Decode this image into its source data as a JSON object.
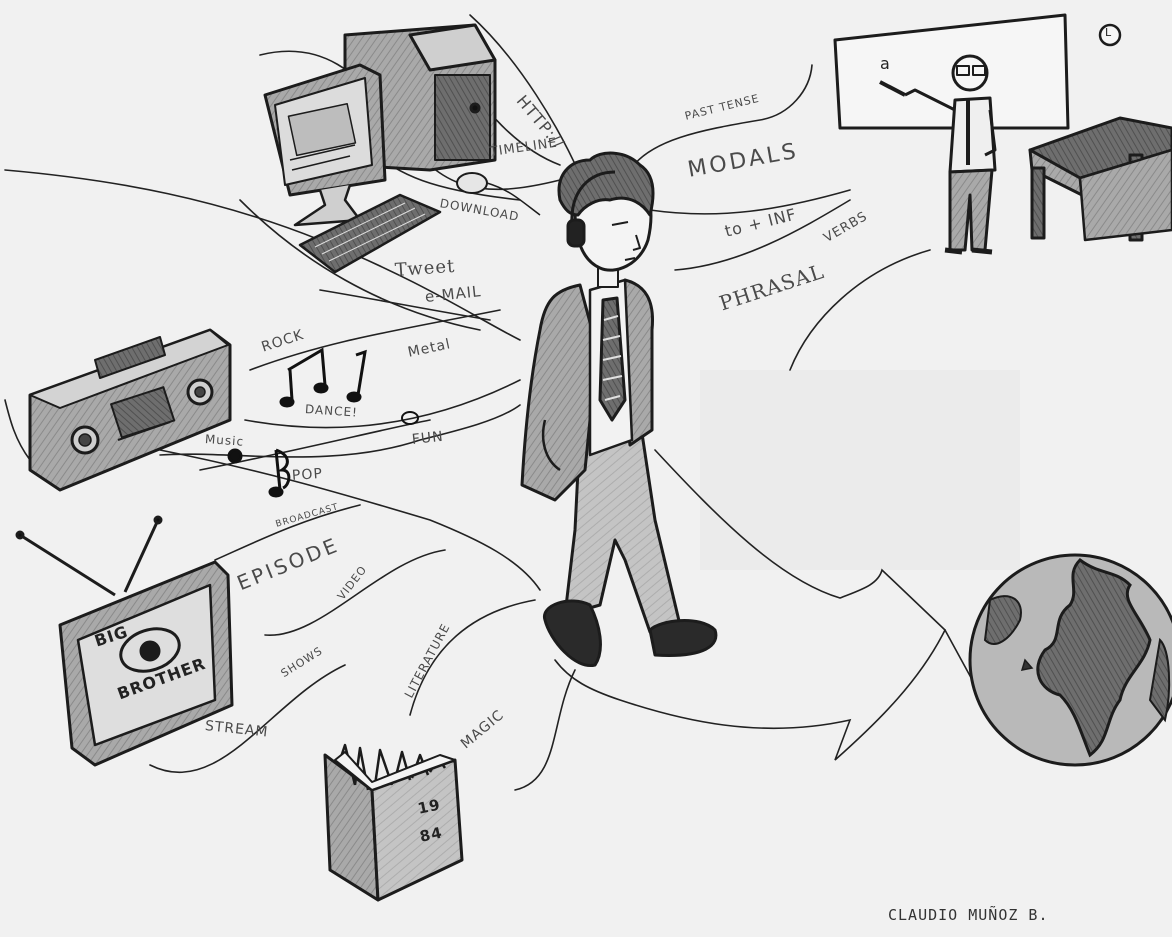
{
  "words": {
    "http": "HTTP://",
    "timeline": "TIMELINE",
    "download": "DOWNLOAD",
    "tweet": "Tweet",
    "email": "e-MAIL",
    "past_tense": "PAST TENSE",
    "modals": "MODALS",
    "to_inf": "to + INF",
    "phrasal": "PHRASAL",
    "verbs": "VERBS",
    "rock": "ROCK",
    "metal": "Metal",
    "dance": "DANCE!",
    "fun": "FUN",
    "music": "Music",
    "pop": "POP",
    "broadcast": "BROADCAST",
    "episode": "EPISODE",
    "video": "VIDEO",
    "shows": "SHOWS",
    "stream": "STREAM",
    "literature": "LITERATURE",
    "magic": "MAGIC",
    "big": "BIG",
    "brother": "BROTHER",
    "book_19": "19",
    "book_84": "84",
    "clock": "L",
    "board": "a",
    "signature": "CLAUDIO   MUÑOZ B."
  },
  "colors": {
    "paper": "#f1f1f1",
    "ink": "#1c1c1c",
    "pencil_shade": "#9a9a9a",
    "pencil_dark": "#6e6e6e",
    "text": "#4a4a4a"
  }
}
